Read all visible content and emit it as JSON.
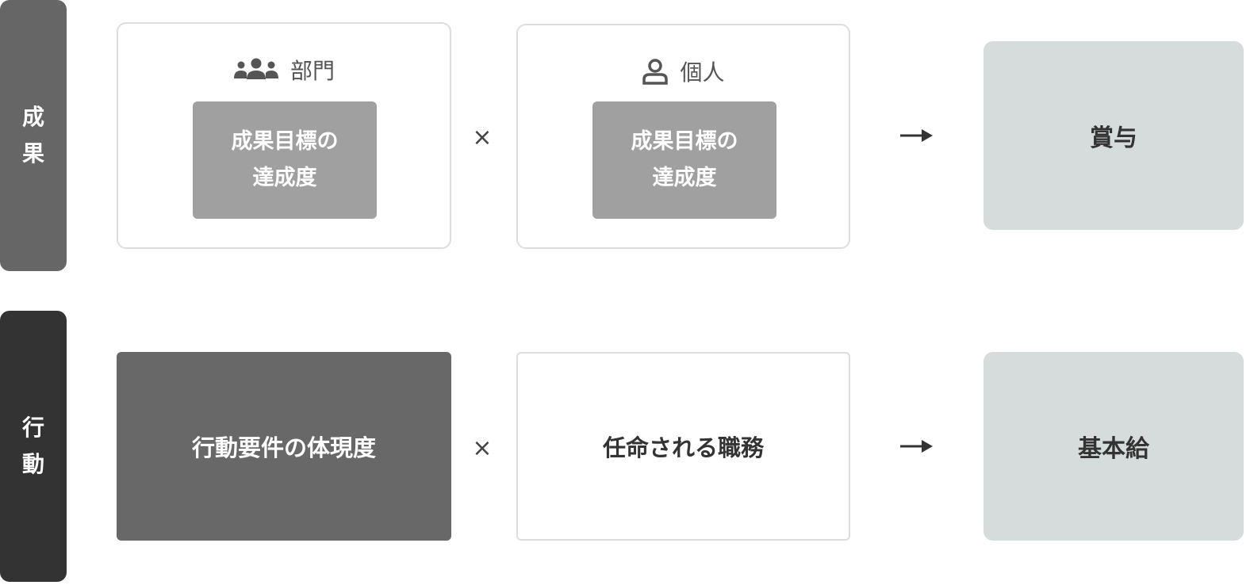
{
  "row1": {
    "label_line1": "成",
    "label_line2": "果",
    "label_color": "#666666",
    "dept": {
      "heading": "部門",
      "icon": "group-icon",
      "metric_line1": "成果目標の",
      "metric_line2": "達成度"
    },
    "operator": "×",
    "indiv": {
      "heading": "個人",
      "icon": "person-icon",
      "metric_line1": "成果目標の",
      "metric_line2": "達成度"
    },
    "arrow_icon": "arrow-right-icon",
    "result": "賞与"
  },
  "row2": {
    "label_line1": "行",
    "label_line2": "動",
    "label_color": "#333333",
    "behavior": "行動要件の体現度",
    "operator": "×",
    "duty": "任命される職務",
    "arrow_icon": "arrow-right-icon",
    "result": "基本給"
  },
  "colors": {
    "metric_fill": "#a0a0a0",
    "result_fill": "#d6dcdb",
    "behavior_fill": "#686868",
    "card_border": "#dddddd"
  }
}
